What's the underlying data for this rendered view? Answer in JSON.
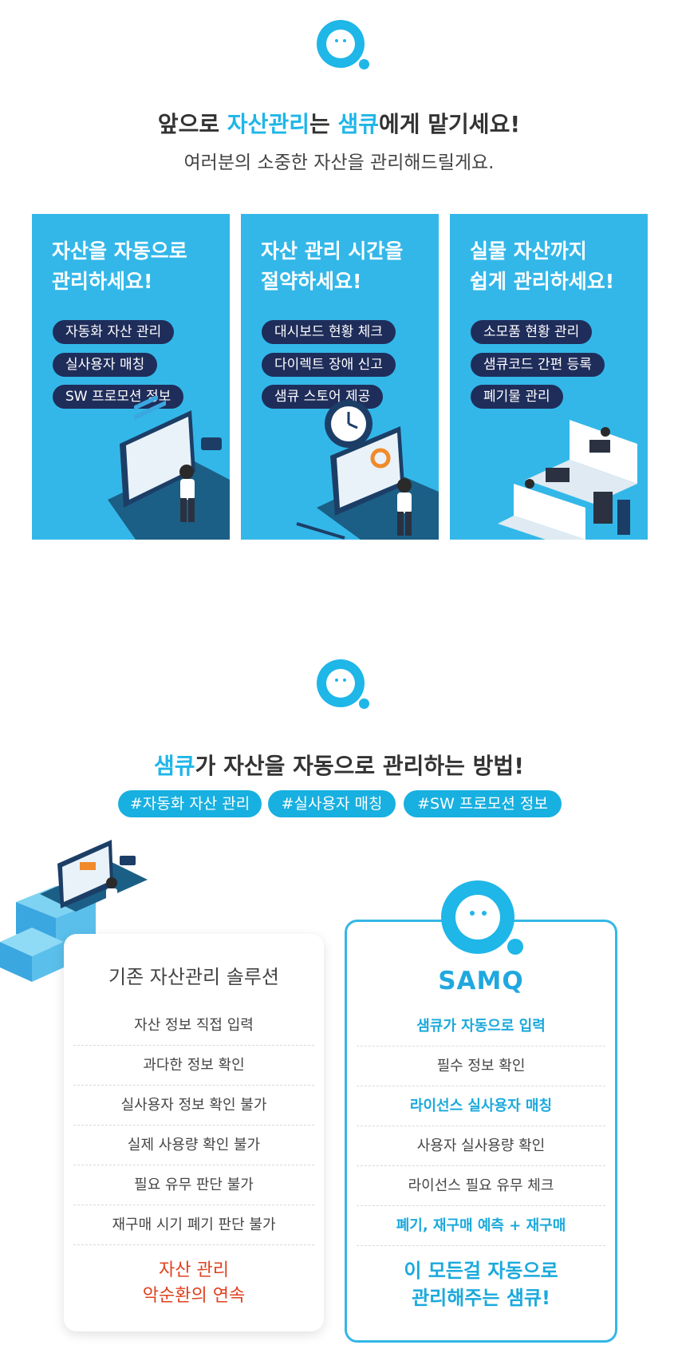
{
  "colors": {
    "accent": "#1fb6e8",
    "card_bg": "#33b7e9",
    "pill_bg": "#1f2d5a",
    "warning": "#e0411f"
  },
  "section1": {
    "logo": "samq-logo-icon",
    "headline": {
      "pre": "앞으로 ",
      "hl1": "자산관리",
      "mid": "는 ",
      "hl2": "샘큐",
      "post": "에게 맡기세요!"
    },
    "subline": "여러분의 소중한 자산을 관리해드릴게요.",
    "cards": [
      {
        "title_line1": "자산을 자동으로",
        "title_line2": "관리하세요!",
        "pills": [
          "자동화 자산 관리",
          "실사용자 매칭",
          "SW 프로모션 정보"
        ]
      },
      {
        "title_line1": "자산 관리 시간을",
        "title_line2": "절약하세요!",
        "pills": [
          "대시보드 현황 체크",
          "다이렉트 장애 신고",
          "샘큐 스토어 제공"
        ]
      },
      {
        "title_line1": "실물 자산까지",
        "title_line2": "쉽게 관리하세요!",
        "pills": [
          "소모품 현황 관리",
          "샘큐코드 간편 등록",
          "폐기물 관리"
        ]
      }
    ]
  },
  "section2": {
    "logo": "samq-logo-icon",
    "headline": {
      "hl": "샘큐",
      "rest": "가 자산을 자동으로 관리하는 방법!"
    },
    "tags": [
      "#자동화 자산 관리",
      "#실사용자 매칭",
      "#SW 프로모션 정보"
    ]
  },
  "comparison": {
    "left": {
      "title": "기존 자산관리 솔루션",
      "rows": [
        "자산 정보 직접 입력",
        "과다한 정보 확인",
        "실사용자 정보 확인 불가",
        "실제 사용량 확인 불가",
        "필요 유무 판단 불가",
        "재구매 시기 폐기 판단 불가"
      ],
      "conclusion_line1": "자산 관리",
      "conclusion_line2": "악순환의 연속"
    },
    "right": {
      "title": "SAMQ",
      "rows": [
        {
          "text": "샘큐가 자동으로 입력",
          "highlight": true
        },
        {
          "text": "필수 정보 확인",
          "highlight": false
        },
        {
          "text": "라이선스 실사용자 매칭",
          "highlight": true
        },
        {
          "text": "사용자 실사용량 확인",
          "highlight": false
        },
        {
          "text": "라이선스 필요 유무 체크",
          "highlight": false
        },
        {
          "text": "폐기, 재구매 예측 + 재구매",
          "highlight": true
        }
      ],
      "conclusion_line1": "이 모든걸 자동으로",
      "conclusion_line2": "관리해주는 샘큐!"
    }
  }
}
